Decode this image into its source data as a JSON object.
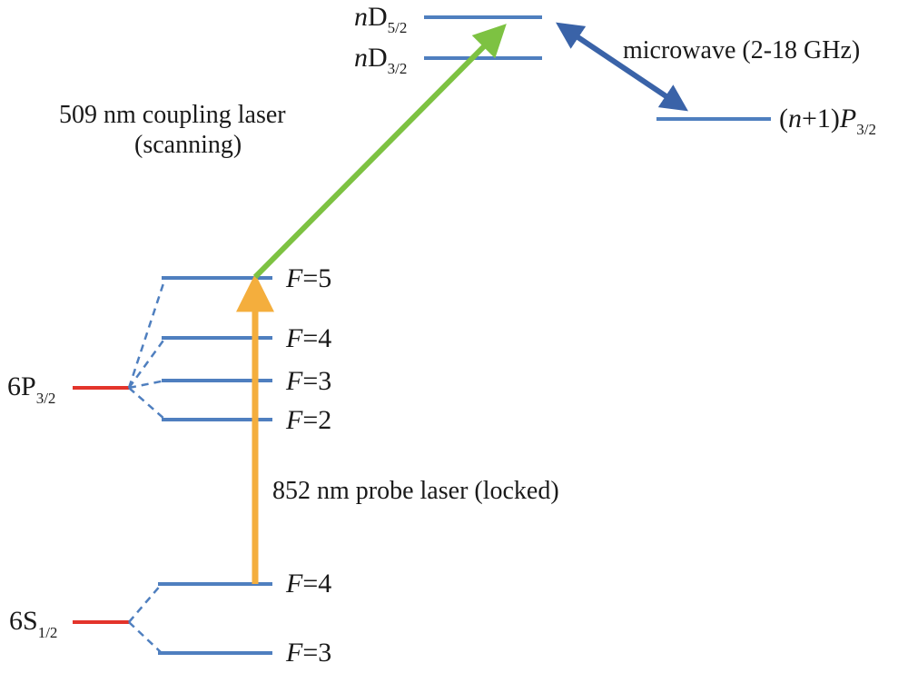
{
  "ground_state": {
    "main": "6S",
    "sub": "1/2"
  },
  "intermediate_state": {
    "main": "6P",
    "sub": "3/2"
  },
  "hyperfine_ground": [
    "F=4",
    "F=3"
  ],
  "hyperfine_intermediate": [
    "F=5",
    "F=4",
    "F=3",
    "F=2"
  ],
  "rydberg_upper": {
    "prefix": "n",
    "main": "D",
    "sub": "5/2"
  },
  "rydberg_lower": {
    "prefix": "n",
    "main": "D",
    "sub": "3/2"
  },
  "target_state": {
    "open": "(",
    "n": "n",
    "plus": "+1)",
    "P": "P",
    "sub": "3/2"
  },
  "probe_laser_label": "852 nm probe laser (locked)",
  "coupling_laser_label_line1": "509 nm coupling laser",
  "coupling_laser_label_line2": "(scanning)",
  "microwave_label": "microwave (2-18 GHz)",
  "colors": {
    "level": "#4f7fbf",
    "base_level": "#e3342b",
    "probe_arrow": "#f4ae3d",
    "coupling_arrow": "#7dc242",
    "microwave_arrow": "#3a63a8"
  }
}
